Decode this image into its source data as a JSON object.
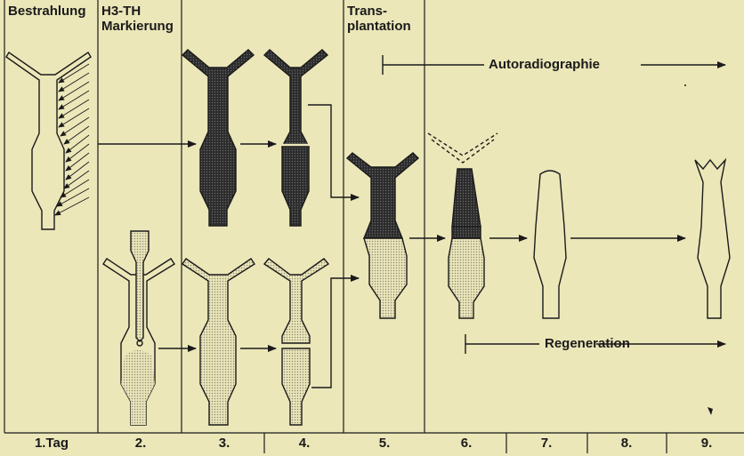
{
  "headers": {
    "col1": "Bestrahlung",
    "col2_line1": "H3-TH",
    "col2_line2": "Markierung",
    "col5_line1": "Trans-",
    "col5_line2": "plantation"
  },
  "labels": {
    "autoradiographie": "Autoradiographie",
    "regeneration": "Regeneration"
  },
  "days": [
    "1.Tag",
    "2.",
    "3.",
    "4.",
    "5.",
    "6.",
    "7.",
    "8.",
    "9."
  ],
  "colors": {
    "background": "#ece7b9",
    "ink": "#1a1a1a",
    "dark_fill": "#2b2b2b",
    "light_fill": "#d4d0a8"
  }
}
